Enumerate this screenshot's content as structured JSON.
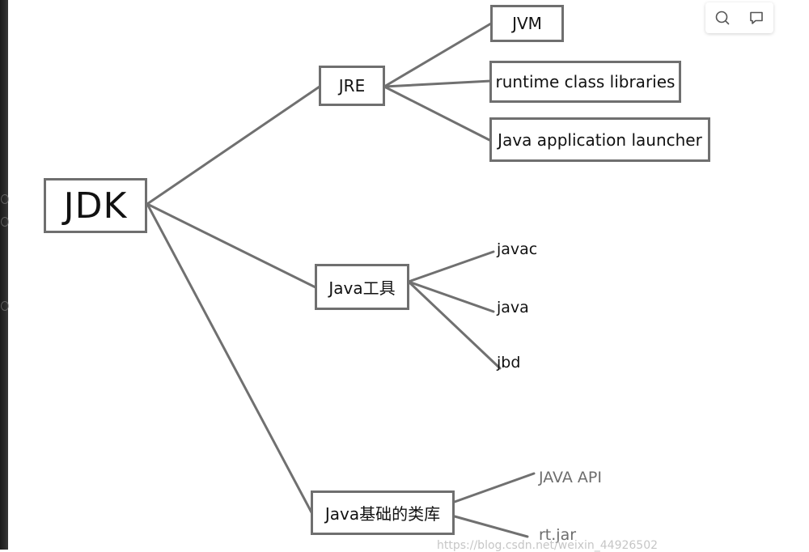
{
  "diagram": {
    "root": "JDK",
    "jre": {
      "label": "JRE",
      "children": [
        "JVM",
        "runtime class libraries",
        "Java application launcher"
      ]
    },
    "tools": {
      "label": "Java工具",
      "children": [
        "javac",
        "java",
        "jbd"
      ]
    },
    "libs": {
      "label": "Java基础的类库",
      "children": [
        "JAVA API",
        "rt.jar"
      ]
    }
  },
  "toolbar": {
    "icons": [
      "search-icon",
      "comment-icon"
    ]
  },
  "watermark": "https://blog.csdn.net/weixin_44926502"
}
